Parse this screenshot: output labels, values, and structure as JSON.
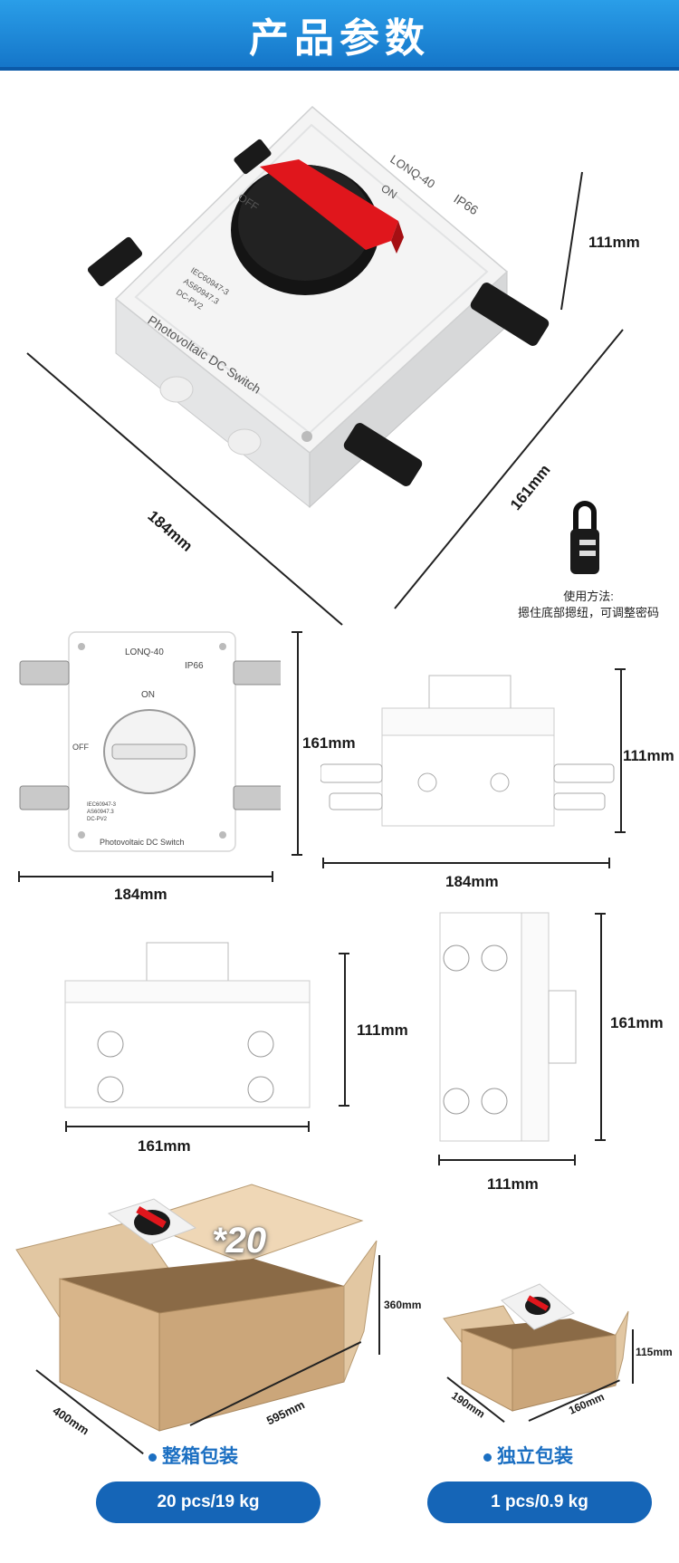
{
  "header": {
    "title": "产品参数"
  },
  "hero": {
    "model": "LONQ-40",
    "ip": "IP66",
    "on": "ON",
    "off": "OFF",
    "standards": [
      "IEC60947-3",
      "AS60947.3",
      "DC-PV2"
    ],
    "product_name": "Photovoltaic DC Switch",
    "height": "111mm",
    "width": "184mm",
    "depth": "161mm"
  },
  "lock_note": {
    "line1": "使用方法:",
    "line2": "摁住底部摁纽，可调整密码"
  },
  "front_view": {
    "height": "161mm",
    "width": "184mm"
  },
  "side_view": {
    "height": "111mm",
    "width": "184mm"
  },
  "end_view": {
    "height": "111mm",
    "width": "161mm"
  },
  "top_view": {
    "height": "161mm",
    "width": "111mm"
  },
  "carton": {
    "multiplier": "*20",
    "height": "360mm",
    "depth": "400mm",
    "width": "595mm",
    "label": "整箱包装",
    "spec": "20 pcs/19 kg"
  },
  "single_box": {
    "height": "115mm",
    "depth": "190mm",
    "width": "160mm",
    "label": "独立包装",
    "spec": "1 pcs/0.9 kg"
  },
  "colors": {
    "brand": "#1565b7",
    "knob_red": "#e0161c"
  }
}
